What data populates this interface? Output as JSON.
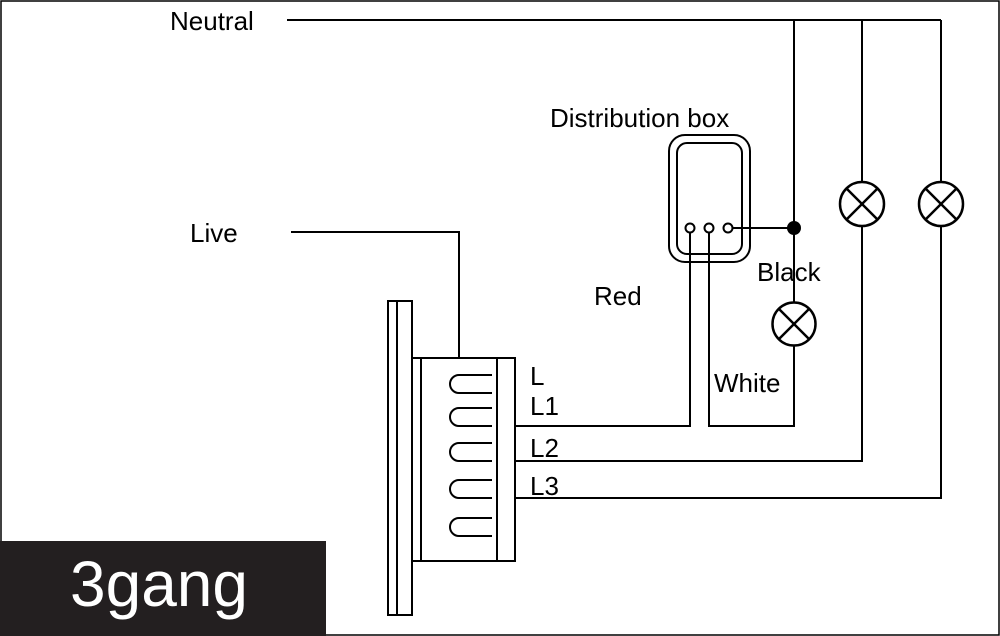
{
  "labels": {
    "neutral": "Neutral",
    "live": "Live",
    "distribution_box": "Distribution box",
    "red": "Red",
    "black": "Black",
    "white": "White"
  },
  "terminals": {
    "l": "L",
    "l1": "L1",
    "l2": "L2",
    "l3": "L3"
  },
  "badge": {
    "text": "3gang"
  },
  "colors": {
    "line": "#000000",
    "badge_background": "#231f20",
    "badge_text": "#ffffff"
  }
}
